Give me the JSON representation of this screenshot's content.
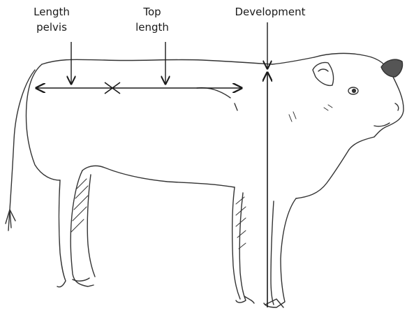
{
  "labels": {
    "length_pelvis": [
      "Length",
      "pelvis"
    ],
    "top_length": [
      "Top",
      "length"
    ],
    "development": "Development"
  },
  "colors": {
    "ink": "#1a1a1a",
    "outline": "#333333",
    "background": "#ffffff"
  }
}
